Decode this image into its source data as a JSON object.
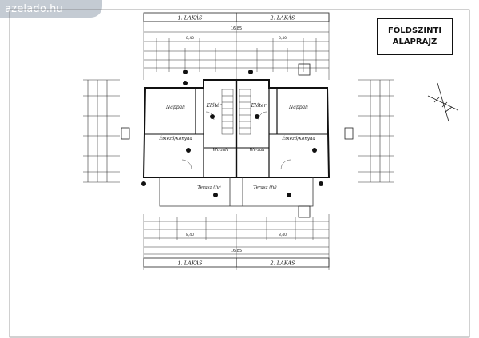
{
  "watermark": "azelado.hu",
  "title": {
    "line1": "FÖLDSZINTI",
    "line2": "ALAPRAJZ"
  },
  "units": {
    "left": "1. LAKÁS",
    "right": "2. LAKÁS"
  },
  "rooms": {
    "nappali_left": "Nappali",
    "nappali_right": "Nappali",
    "eloter_left": "Előtér",
    "eloter_right": "Előtér",
    "etkezo_left": "Étkező/Konyha",
    "etkezo_right": "Étkező/Konyha",
    "wc_left": "Wc-zuh",
    "wc_right": "Wc-zuh",
    "terasz_left": "Terasz (fy)",
    "terasz_right": "Terasz (fy)"
  },
  "dims": {
    "top_total": "16,85",
    "bottom_total": "16,85",
    "half": "8,40"
  }
}
